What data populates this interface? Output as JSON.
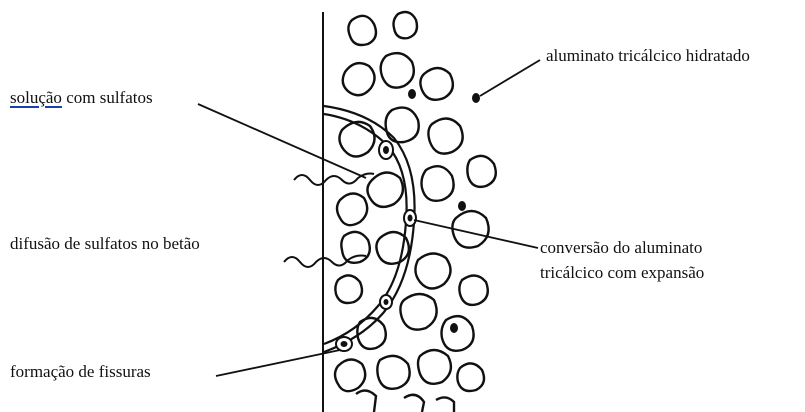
{
  "labels": {
    "solucao_word": "solução",
    "solucao_rest": " com sulfatos",
    "difusao": "difusão de sulfatos no betão",
    "formacao": "formação de fissuras",
    "aluminato": "aluminato tricálcico hidratado",
    "conversao_line1": "conversão do aluminato",
    "conversao_line2": "tricálcico com expansão"
  },
  "colors": {
    "ink": "#111111",
    "underline": "#1a3fb0"
  }
}
